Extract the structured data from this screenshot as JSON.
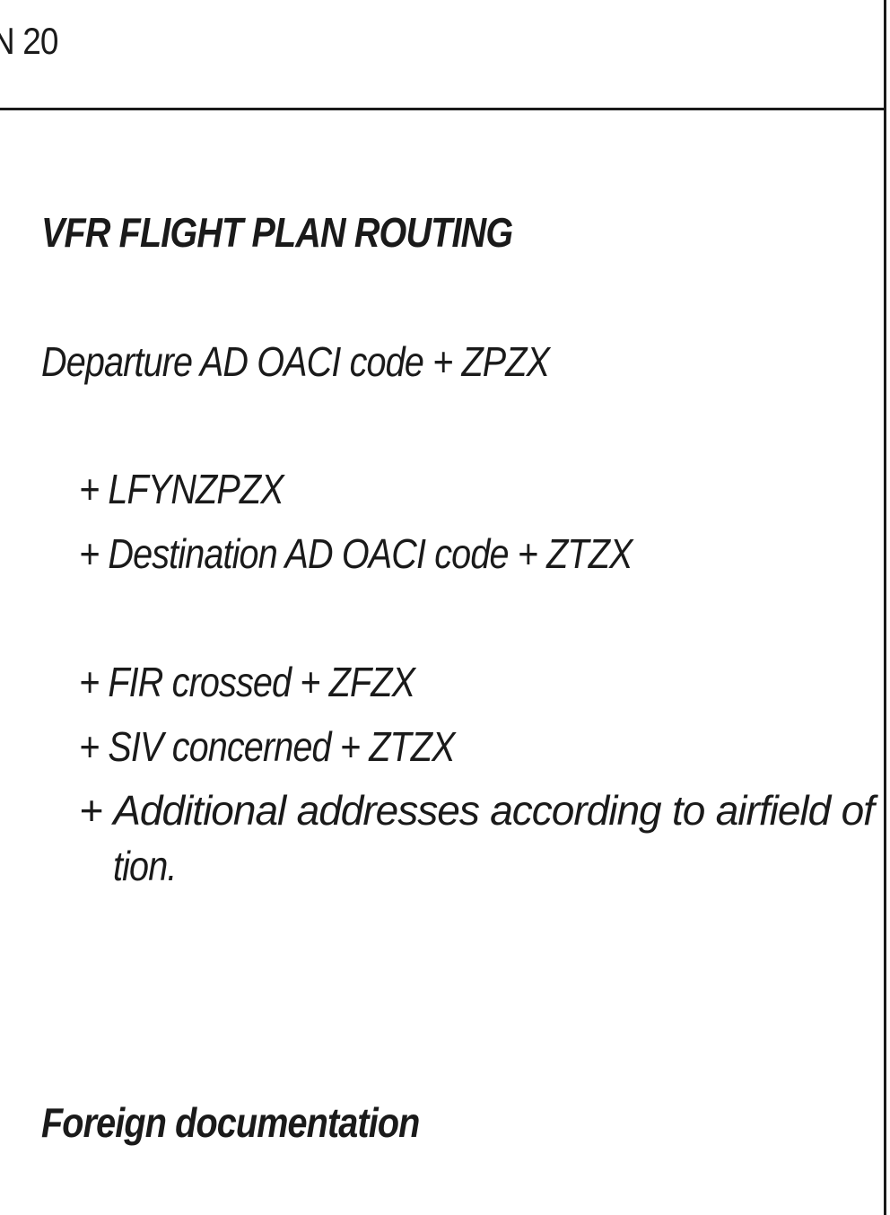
{
  "header": {
    "text": "N 20"
  },
  "section": {
    "title": "VFR FLIGHT PLAN ROUTING",
    "departure": "Departure AD OACI code + ZPZX",
    "items": [
      "+ LFYNZPZX",
      "+ Destination AD OACI code  + ZTZX",
      "+ FIR crossed + ZFZX",
      "+ SIV concerned + ZTZX"
    ],
    "additional": {
      "words": [
        "+",
        "Additional",
        "addresses",
        "according",
        "to",
        "airfield",
        "of"
      ],
      "continuation": "tion."
    }
  },
  "footer_section": {
    "title": "Foreign documentation"
  }
}
